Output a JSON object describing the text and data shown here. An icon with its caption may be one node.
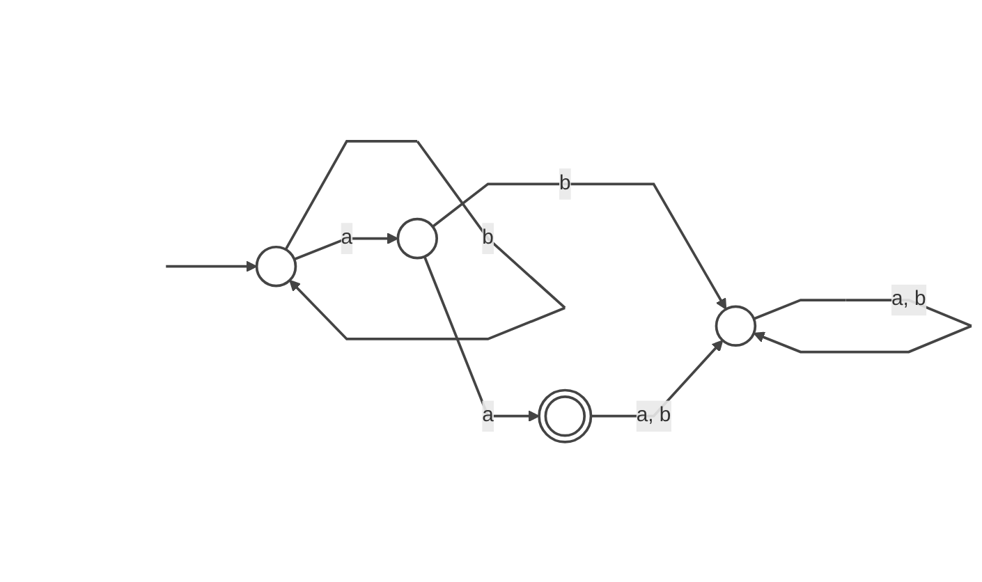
{
  "diagram": {
    "nodes": [
      {
        "text": [],
        "shape": "circle"
      },
      {
        "text": [],
        "shape": "circle"
      },
      {
        "text": [],
        "shape": "double-circle"
      },
      {
        "text": [],
        "shape": "circle"
      }
    ],
    "edges": [
      {
        "from": null,
        "to": 0,
        "arrow": "to"
      },
      {
        "from": 0,
        "to": 0,
        "arrow": "to",
        "label": "b"
      },
      {
        "from": 0,
        "to": 1,
        "arrow": "to",
        "label": "a"
      },
      {
        "from": 1,
        "to": 2,
        "arrow": "to",
        "label": "a"
      },
      {
        "from": 1,
        "to": 3,
        "arrow": "to",
        "label": "b"
      },
      {
        "from": 2,
        "to": 3,
        "arrow": "to",
        "label": "a, b"
      },
      {
        "from": 3,
        "to": 3,
        "arrow": "to",
        "label": "a, b"
      }
    ]
  }
}
